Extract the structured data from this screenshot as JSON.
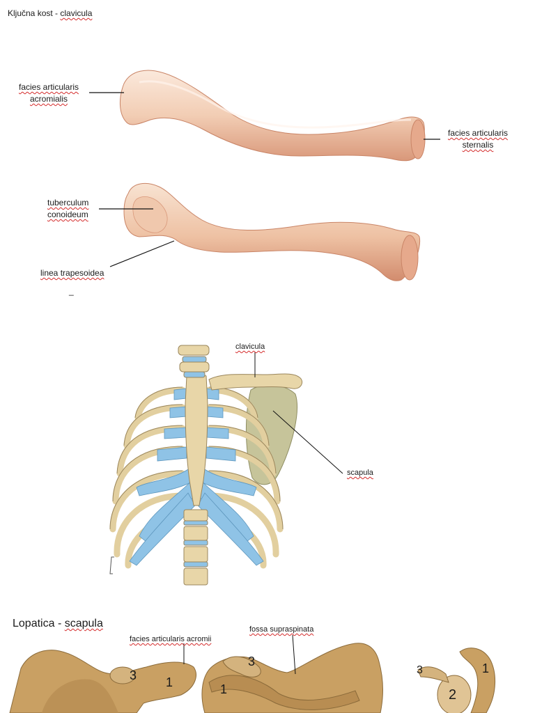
{
  "page": {
    "title_prefix": "Ključna kost - ",
    "title_term": "clavicula"
  },
  "clavicle_top": {
    "label_acromial_line1": "facies articularis",
    "label_acromial_line2": "acromialis",
    "label_sternal_line1": "facies articularis",
    "label_sternal_line2": "sternalis"
  },
  "clavicle_bottom": {
    "label_conoid_line1": "tuberculum",
    "label_conoid_line2": "conoideum",
    "label_trapezoid": "linea trapesoidea",
    "stray_mark": "_"
  },
  "thorax": {
    "label_clavicula": "clavicula",
    "label_scapula": "scapula"
  },
  "scapula_section": {
    "heading_prefix": "Lopatica - ",
    "heading_term": "scapula",
    "label_acromii": "facies articularis acromii",
    "label_supraspinata": "fossa supraspinata",
    "numbers": {
      "left_3": "3",
      "left_1": "1",
      "mid_3": "3",
      "mid_1": "1",
      "right_3": "3",
      "right_1": "1",
      "right_2": "2"
    }
  },
  "colors": {
    "bone_light": "#f6dcc8",
    "bone_mid": "#e8b392",
    "bone_dark": "#c9876a",
    "bone_yellow": "#dcc495",
    "cartilage_blue": "#8fc3e6",
    "scapula_tan": "#cba46a",
    "squiggle_red": "#d42a2a"
  }
}
